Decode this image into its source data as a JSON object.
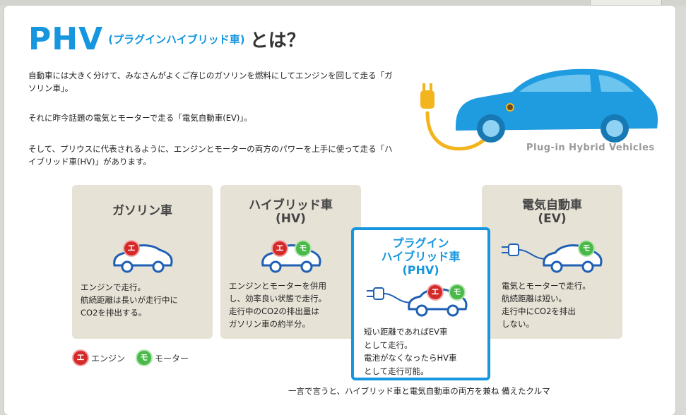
{
  "title": {
    "main": "PHV",
    "sub": "(プラグインハイブリッド車)",
    "suffix": "とは？"
  },
  "intro": [
    "自動車には大きく分けて、みなさんがよくご存じのガソリンを燃料にしてエンジンを回して走る「ガソリン車」。",
    "それに昨今話題の電気とモーターで走る「電気自動車(EV)」。",
    "そして、プリウスに代表されるように、エンジンとモーターの両方のパワーを上手に使って走る「ハイブリッド車(HV)」があります。"
  ],
  "hero": {
    "caption": "Plug-in Hybrid Vehicles"
  },
  "cards": {
    "gas": {
      "title": "ガソリン車",
      "desc": [
        "エンジンで走行。",
        "航続距離は長いが走行中に",
        "CO2を排出する。"
      ]
    },
    "hv": {
      "title_line1": "ハイブリッド車",
      "title_line2": "(HV)",
      "desc": [
        "エンジンとモーターを併用",
        "し、効率良い状態で走行。",
        "走行中のCO2の排出量は",
        "ガソリン車の約半分。"
      ]
    },
    "phv": {
      "title_line1": "プラグイン",
      "title_line2": "ハイブリッド車",
      "title_line3": "(PHV)",
      "desc": [
        "短い距離であればEV車",
        "として走行。",
        "電池がなくなったらHV車",
        "として走行可能。"
      ]
    },
    "ev": {
      "title_line1": "電気自動車",
      "title_line2": "(EV)",
      "desc": [
        "電気とモーターで走行。",
        "航続距離は短い。",
        "走行中にCO2を排出",
        "しない。"
      ]
    }
  },
  "badges": {
    "engine": "エ",
    "motor": "モ"
  },
  "legend": {
    "engine": "エンジン",
    "motor": "モーター"
  },
  "summary": "一言で言うと、ハイブリッド車と電気自動車の両方を兼ね 備えたクルマ",
  "colors": {
    "accent": "#1596de",
    "engine": "#d42a2a",
    "motor": "#49b949",
    "card": "#e7e2d6"
  }
}
